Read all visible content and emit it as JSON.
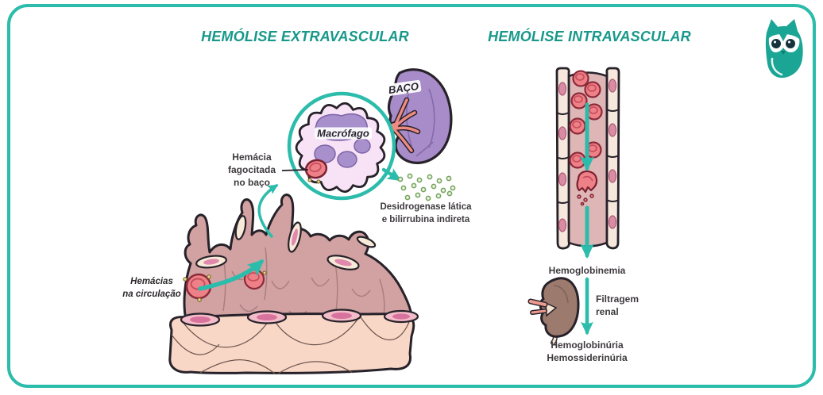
{
  "left_panel": {
    "title": "HEMÓLISE EXTRAVASCULAR",
    "macrophage_label": "Macrófago",
    "spleen_label": "BAÇO",
    "phagocytosed_caption": "Hemácia\nfagocitada\nno baço",
    "products_caption": "Desidrogenase lática\ne bilirrubina indireta",
    "circulation_caption": "Hemácias\nna circulação"
  },
  "right_panel": {
    "title": "HEMÓLISE INTRAVASCULAR",
    "hemoglobinemia_label": "Hemoglobinemia",
    "filtration_label": "Filtragem\nrenal",
    "urine_label": "Hemoglobinúria\nHemossiderinúria"
  },
  "branding": {
    "logo_icon": "owl-icon"
  },
  "colors": {
    "frame_teal": "#2cbcab",
    "title_teal": "#17988a",
    "outline_dark": "#27222a",
    "spleen_purple": "#a78cc9",
    "macrophage_pink": "#f7e3f5",
    "nucleus_purple": "#a890cc",
    "rbc_red": "#ee8087",
    "rbc_outline": "#8c2a3a",
    "tissue_rose": "#d2a2a2",
    "tissue_cream": "#f9d7c7",
    "vessel_wall_cream": "#f6e8dc",
    "vessel_lumen_pink": "#deb6b6",
    "kidney_brown": "#9c7a6d",
    "granule_green": "#76a55e",
    "label_gray": "#3e3a3e"
  }
}
